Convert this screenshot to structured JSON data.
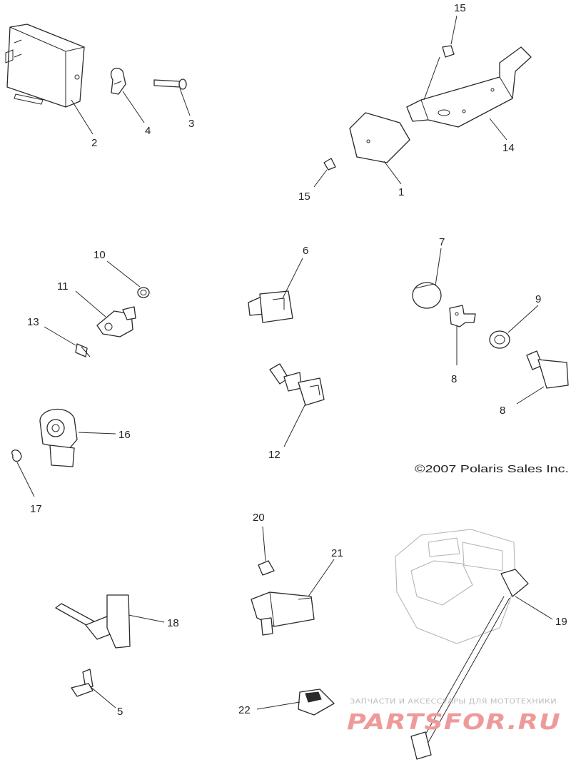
{
  "callouts": {
    "c1": "1",
    "c2": "2",
    "c3": "3",
    "c4": "4",
    "c5": "5",
    "c6": "6",
    "c7": "7",
    "c8a": "8",
    "c8b": "8",
    "c9": "9",
    "c10": "10",
    "c11": "11",
    "c12": "12",
    "c13": "13",
    "c14": "14",
    "c15a": "15",
    "c15b": "15",
    "c16": "16",
    "c17": "17",
    "c18": "18",
    "c19": "19",
    "c20": "20",
    "c21": "21",
    "c22": "22"
  },
  "copyright": "©2007 Polaris Sales Inc.",
  "watermark": {
    "tagline": "ЗАПЧАСТИ И АКСЕССУАРЫ ДЛЯ МОТОТЕХНИКИ",
    "brand": "PARTSFOR.RU"
  },
  "colors": {
    "line": "#2a2a2a",
    "engine_outline": "#b5b5b5",
    "watermark_brand": "#ee9a9a",
    "watermark_tagline": "#bdbdbd"
  }
}
